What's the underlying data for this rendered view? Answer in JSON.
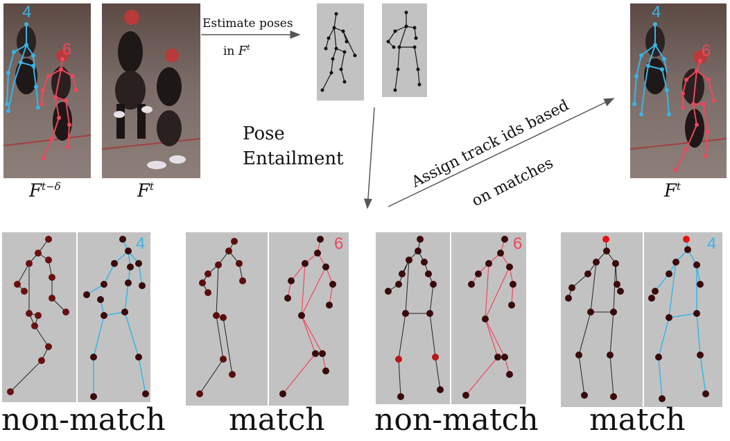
{
  "arrows": {
    "estimate_line1": "Estimate poses",
    "estimate_line2": "in ",
    "pose_entailment_line1": "Pose",
    "pose_entailment_line2": "Entailment",
    "assign_line1": "Assign track ids based",
    "assign_line2": "on matches"
  },
  "frames": {
    "prev": {
      "base": "F",
      "sup": "t−δ"
    },
    "curr": {
      "base": "F",
      "sup": "t"
    },
    "out": {
      "base": "F",
      "sup": "t"
    },
    "estimate_frame": {
      "base": "F",
      "sup": "t"
    }
  },
  "photo_ids": {
    "prev_blue": "4",
    "prev_red": "6",
    "out_blue": "4",
    "out_red": "6"
  },
  "pairs": [
    {
      "result": "non-match",
      "track_id": "4",
      "id_color": "#39b5e6"
    },
    {
      "result": "match",
      "track_id": "6",
      "id_color": "#f0465a"
    },
    {
      "result": "non-match",
      "track_id": "6",
      "id_color": "#f0465a"
    },
    {
      "result": "match",
      "track_id": "4",
      "id_color": "#39b5e6"
    }
  ],
  "colors": {
    "panel_gray": "#c2c2c2",
    "track_blue": "#39b5e6",
    "track_red": "#f0465a",
    "joint_dark": "#3a0a0a",
    "arrow": "#555555"
  }
}
